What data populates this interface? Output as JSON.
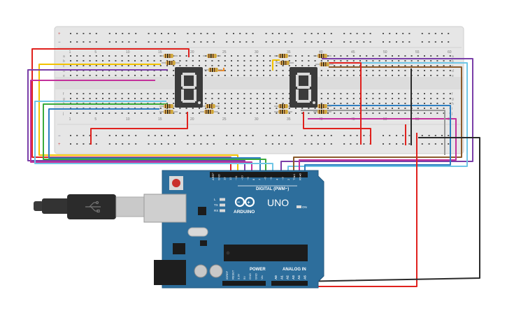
{
  "breadboard": {
    "column_numbers_top": [
      "1",
      "5",
      "10",
      "15",
      "20",
      "25",
      "30",
      "35",
      "40",
      "45",
      "50",
      "55",
      "60"
    ],
    "column_numbers_bottom": [
      "1",
      "5",
      "10",
      "15",
      "20",
      "25",
      "30",
      "35",
      "40",
      "45",
      "50",
      "55",
      "60"
    ],
    "row_letters_top": [
      "a",
      "b",
      "c",
      "d",
      "e"
    ],
    "row_letters_bottom": [
      "f",
      "g",
      "h",
      "i",
      "j"
    ],
    "rail_plus": "+",
    "rail_minus": "−"
  },
  "displays": [
    {
      "digit": "8"
    },
    {
      "digit": "8"
    }
  ],
  "arduino": {
    "logo_text": "ARDUINO",
    "model_text": "UNO",
    "on_label": "ON",
    "digital_label": "DIGITAL (PWM~)",
    "power_label": "POWER",
    "analog_label": "ANALOG IN",
    "led_labels": [
      "L",
      "TX",
      "RX"
    ],
    "top_header_labels": [
      "AREF",
      "GND",
      "13",
      "12",
      "~11",
      "~10",
      "~9",
      "8",
      "7",
      "~6",
      "~5",
      "4",
      "~3",
      "2",
      "TX▸1",
      "RX◂0"
    ],
    "power_pin_labels": [
      "IOREF",
      "RESET",
      "3.3V",
      "5V",
      "GND",
      "GND",
      "Vin"
    ],
    "analog_pin_labels": [
      "A0",
      "A1",
      "A2",
      "A3",
      "A4",
      "A5"
    ]
  },
  "colors": {
    "breadboard": "#e8e8e8",
    "board": "#2d6e9c",
    "wire_red": "#e0211d",
    "wire_black": "#2a2a2a",
    "wire_yellow": "#f2c200",
    "wire_orange": "#f08a24",
    "wire_purple": "#7a3fa8",
    "wire_magenta": "#c3319b",
    "wire_blue": "#2f7fc1",
    "wire_cyan": "#6fc6e6",
    "wire_green": "#3aaa3a",
    "wire_brown": "#8a5a2b",
    "wire_gray": "#9a9a9a",
    "display_body": "#3b3b3b",
    "segment_off": "#d8d8d8"
  },
  "icons": [
    "usb-cable-icon",
    "arduino-infinity-logo-icon",
    "reset-button-icon"
  ]
}
